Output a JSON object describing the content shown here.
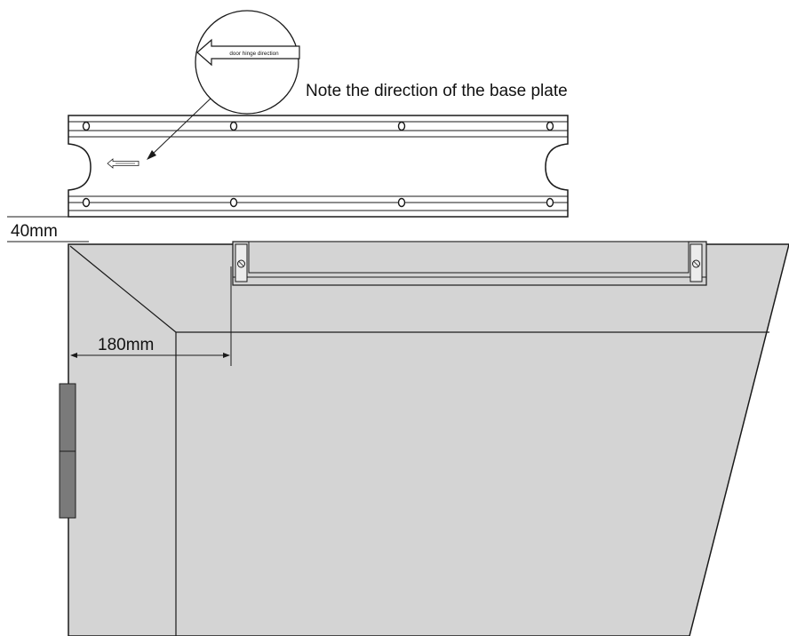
{
  "labels": {
    "callout_text": "door hinge direction",
    "note": "Note the direction of the base plate",
    "dim_vertical": "40mm",
    "dim_horizontal": "180mm"
  },
  "colors": {
    "door_fill": "#d4d4d4",
    "line": "#1a1a1a",
    "hinge_fill": "#7a7a7a"
  }
}
